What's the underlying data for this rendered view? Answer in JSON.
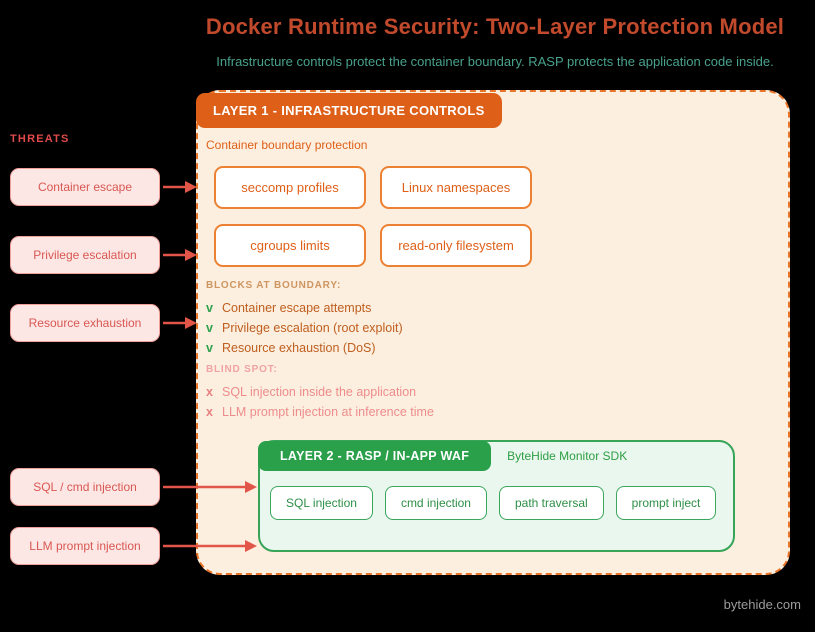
{
  "page": {
    "title": "Docker Runtime Security: Two-Layer Protection Model",
    "subtitle": "Infrastructure controls protect the container boundary. RASP protects the application code inside.",
    "footer": "bytehide.com"
  },
  "threats": {
    "label": "THREATS",
    "items": [
      "Container escape",
      "Privilege escalation",
      "Resource exhaustion",
      "SQL / cmd injection",
      "LLM prompt injection"
    ]
  },
  "layer1": {
    "badge": "LAYER 1 - INFRASTRUCTURE CONTROLS",
    "caption": "Container boundary protection",
    "controls": [
      "seccomp profiles",
      "Linux namespaces",
      "cgroups limits",
      "read-only filesystem"
    ],
    "blocks_heading": "BLOCKS AT BOUNDARY:",
    "blocks": [
      {
        "mark": "v",
        "text": "Container escape attempts"
      },
      {
        "mark": "v",
        "text": "Privilege escalation (root exploit)"
      },
      {
        "mark": "v",
        "text": "Resource exhaustion (DoS)"
      }
    ],
    "blind_heading": "BLIND SPOT:",
    "blind": [
      {
        "mark": "x",
        "text": "SQL injection inside the application"
      },
      {
        "mark": "x",
        "text": "LLM prompt injection at inference time"
      }
    ]
  },
  "layer2": {
    "badge": "LAYER 2 - RASP / IN-APP WAF",
    "sdk_label": "ByteHide Monitor SDK",
    "protections": [
      "SQL injection",
      "cmd injection",
      "path traversal",
      "prompt inject"
    ]
  },
  "colors": {
    "background": "#000000",
    "accent_orange": "#DE6018",
    "accent_orange_light": "#FCEFDF",
    "accent_green": "#2AA04A",
    "accent_green_light": "#EAF7EE",
    "threat_red": "#D95752",
    "threat_pink": "#FCE7E5",
    "title_red": "#C24A2C",
    "subtitle_teal": "#48A28C",
    "footer_gray": "#9C9C9C"
  }
}
